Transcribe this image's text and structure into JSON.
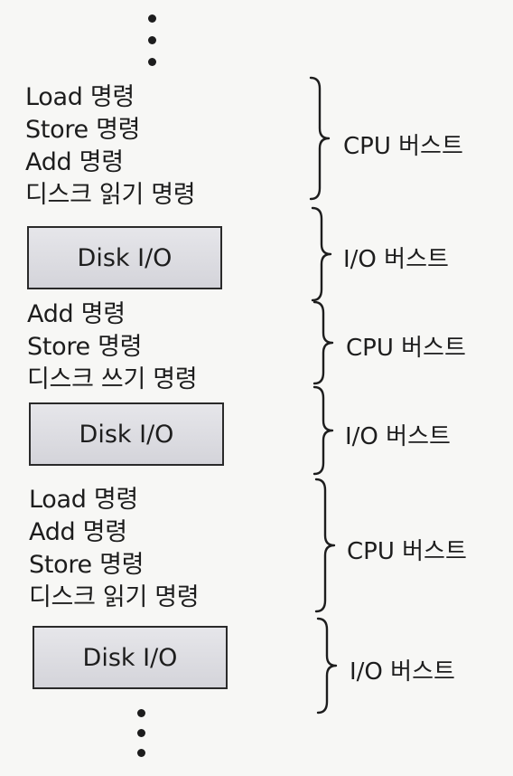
{
  "ellipsis_top": "⋮",
  "ellipsis_bottom": "⋮",
  "blocks": [
    {
      "kind": "instructions",
      "lines": [
        "Load 명령",
        "Store 명령",
        "Add 명령",
        "디스크 읽기 명령"
      ]
    },
    {
      "kind": "io",
      "label": "Disk I/O"
    },
    {
      "kind": "instructions",
      "lines": [
        "Add 명령",
        "Store 명령",
        "디스크 쓰기 명령"
      ]
    },
    {
      "kind": "io",
      "label": "Disk I/O"
    },
    {
      "kind": "instructions",
      "lines": [
        "Load 명령",
        "Add 명령",
        "Store 명령",
        "디스크 읽기 명령"
      ]
    },
    {
      "kind": "io",
      "label": "Disk I/O"
    }
  ],
  "bursts": [
    {
      "label": "CPU 버스트"
    },
    {
      "label": "I/O 버스트"
    },
    {
      "label": "CPU 버스트"
    },
    {
      "label": "I/O 버스트"
    },
    {
      "label": "CPU 버스트"
    },
    {
      "label": "I/O 버스트"
    }
  ]
}
